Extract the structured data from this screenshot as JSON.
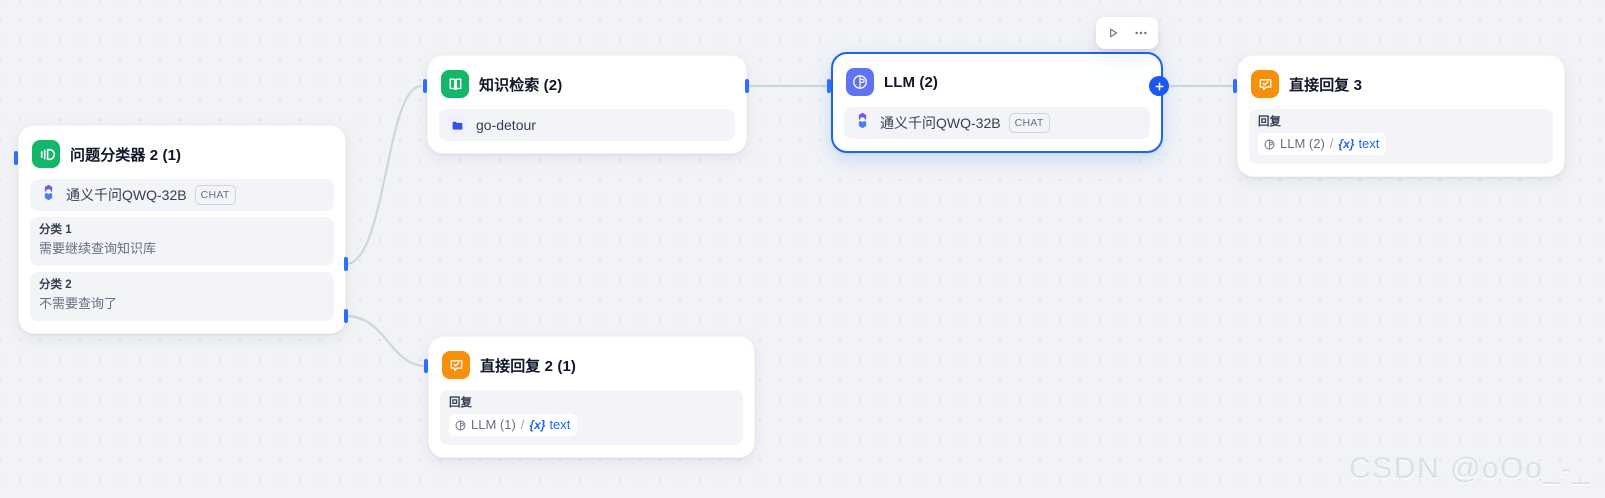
{
  "canvas": {
    "background_color": "#f1f3f7",
    "dot_color": "#e0e3ea",
    "watermark": "CSDN @oOo_-_"
  },
  "toolbar": {
    "run_icon": "play-icon",
    "more_icon": "more-horizontal-icon"
  },
  "colors": {
    "accent": "#1c64f2",
    "selected_border": "#1c64f2",
    "port": "#2970ff",
    "classifier_icon_bg": "#12b76a",
    "knowledge_icon_bg": "#12b76a",
    "llm_icon_bg": "#6172f3",
    "answer_icon_bg": "#f79009",
    "var_link": "#1c64f2"
  },
  "nodes": {
    "question_classifier": {
      "title": "问题分类器 2 (1)",
      "icon": "question-classifier-icon",
      "model": {
        "name": "通义千问QWQ-32B",
        "badge": "CHAT",
        "icon": "qwen-logo-icon"
      },
      "categories": [
        {
          "label": "分类 1",
          "value": "需要继续查询知识库"
        },
        {
          "label": "分类 2",
          "value": "不需要查询了"
        }
      ]
    },
    "knowledge_retrieval": {
      "title": "知识检索 (2)",
      "icon": "knowledge-book-icon",
      "dataset": {
        "name": "go-detour",
        "icon": "dataset-folder-icon"
      }
    },
    "llm": {
      "title": "LLM (2)",
      "icon": "llm-icon",
      "selected": true,
      "model": {
        "name": "通义千问QWQ-32B",
        "badge": "CHAT",
        "icon": "qwen-logo-icon"
      },
      "add_button": "plus-icon"
    },
    "answer_2": {
      "title": "直接回复 2 (1)",
      "icon": "answer-icon",
      "output_label": "回复",
      "variable": {
        "node_icon": "llm-icon",
        "node": "LLM (1)",
        "separator": "/",
        "type": "{x}",
        "name": "text"
      }
    },
    "answer_3": {
      "title": "直接回复 3",
      "icon": "answer-icon",
      "output_label": "回复",
      "variable": {
        "node_icon": "llm-icon",
        "node": "LLM (2)",
        "separator": "/",
        "type": "{x}",
        "name": "text"
      }
    }
  }
}
